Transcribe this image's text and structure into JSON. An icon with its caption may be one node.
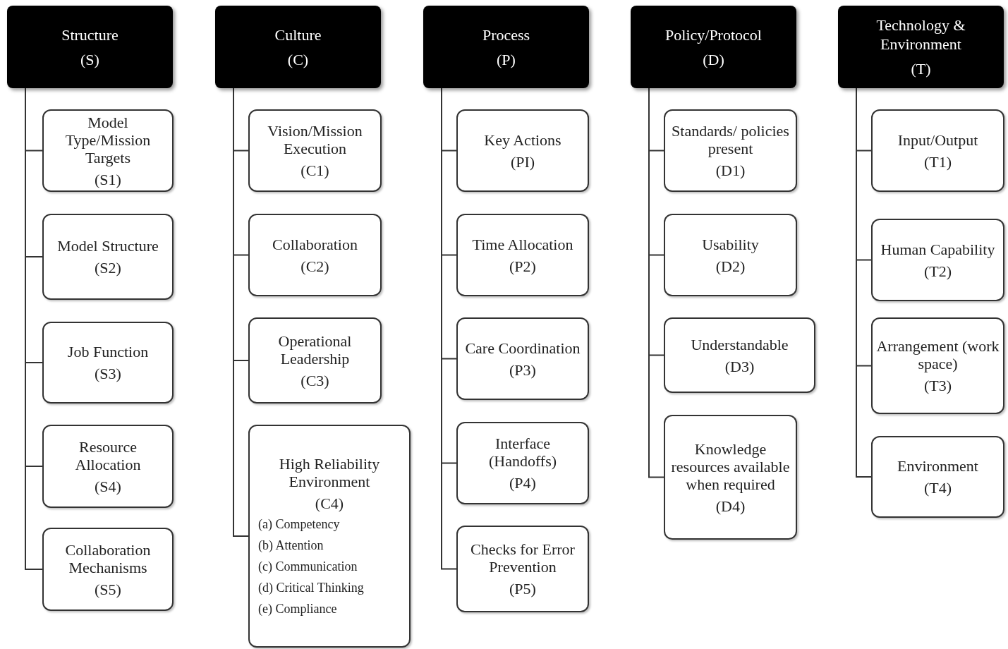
{
  "diagram": {
    "nodes": [
      {
        "text": [
          "Structure",
          "(S)"
        ]
      },
      {
        "text": [
          "Model Type/Mission Targets",
          "(S1)"
        ]
      },
      {
        "text": [
          "Model Structure",
          "(S2)"
        ]
      },
      {
        "text": [
          "Job Function",
          "(S3)"
        ]
      },
      {
        "text": [
          "Resource Allocation",
          "(S4)"
        ]
      },
      {
        "text": [
          "Collaboration Mechanisms",
          "(S5)"
        ]
      },
      {
        "text": [
          "Culture",
          "(C)"
        ]
      },
      {
        "text": [
          "Vision/Mission Execution",
          "(C1)"
        ]
      },
      {
        "text": [
          "Collaboration",
          "(C2)"
        ]
      },
      {
        "text": [
          "Operational Leadership",
          "(C3)"
        ]
      },
      {
        "text": [
          "High Reliability Environment",
          "(C4)",
          "(a) Competency",
          "(b) Attention",
          "(c) Communication",
          "(d) Critical Thinking",
          "(e) Compliance"
        ]
      },
      {
        "text": [
          "Process",
          "(P)"
        ]
      },
      {
        "text": [
          "Key Actions",
          "(PI)"
        ]
      },
      {
        "text": [
          "Time Allocation",
          "(P2)"
        ]
      },
      {
        "text": [
          "Care Coordination",
          "(P3)"
        ]
      },
      {
        "text": [
          "Interface (Handoffs)",
          "(P4)"
        ]
      },
      {
        "text": [
          "Checks for Error Prevention",
          "(P5)"
        ]
      },
      {
        "text": [
          "Policy/Protocol",
          "(D)"
        ]
      },
      {
        "text": [
          "Standards/ policies present",
          "(D1)"
        ]
      },
      {
        "text": [
          "Usability",
          "(D2)"
        ]
      },
      {
        "text": [
          "Understandable",
          "(D3)"
        ]
      },
      {
        "text": [
          "Knowledge resources available when required",
          "(D4)"
        ]
      },
      {
        "text": [
          "Technology & Environment",
          "(T)"
        ]
      },
      {
        "text": [
          "Input/Output",
          "(T1)"
        ]
      },
      {
        "text": [
          "Human Capability",
          "(T2)"
        ]
      },
      {
        "text": [
          "Arrangement (work space)",
          "(T3)"
        ]
      },
      {
        "text": [
          "Environment",
          "(T4)"
        ]
      }
    ],
    "edges": [
      {
        "from": 0,
        "to": 1,
        "arrow": "none"
      },
      {
        "from": 0,
        "to": 2,
        "arrow": "none"
      },
      {
        "from": 0,
        "to": 3,
        "arrow": "none"
      },
      {
        "from": 0,
        "to": 4,
        "arrow": "none"
      },
      {
        "from": 0,
        "to": 5,
        "arrow": "none"
      },
      {
        "from": 6,
        "to": 7,
        "arrow": "none"
      },
      {
        "from": 6,
        "to": 8,
        "arrow": "none"
      },
      {
        "from": 6,
        "to": 9,
        "arrow": "none"
      },
      {
        "from": 6,
        "to": 10,
        "arrow": "none"
      },
      {
        "from": 11,
        "to": 12,
        "arrow": "none"
      },
      {
        "from": 11,
        "to": 13,
        "arrow": "none"
      },
      {
        "from": 11,
        "to": 14,
        "arrow": "none"
      },
      {
        "from": 11,
        "to": 15,
        "arrow": "none"
      },
      {
        "from": 11,
        "to": 16,
        "arrow": "none"
      },
      {
        "from": 17,
        "to": 18,
        "arrow": "none"
      },
      {
        "from": 17,
        "to": 19,
        "arrow": "none"
      },
      {
        "from": 17,
        "to": 20,
        "arrow": "none"
      },
      {
        "from": 17,
        "to": 21,
        "arrow": "none"
      },
      {
        "from": 22,
        "to": 23,
        "arrow": "none"
      },
      {
        "from": 22,
        "to": 24,
        "arrow": "none"
      },
      {
        "from": 22,
        "to": 25,
        "arrow": "none"
      },
      {
        "from": 22,
        "to": 26,
        "arrow": "none"
      }
    ]
  }
}
